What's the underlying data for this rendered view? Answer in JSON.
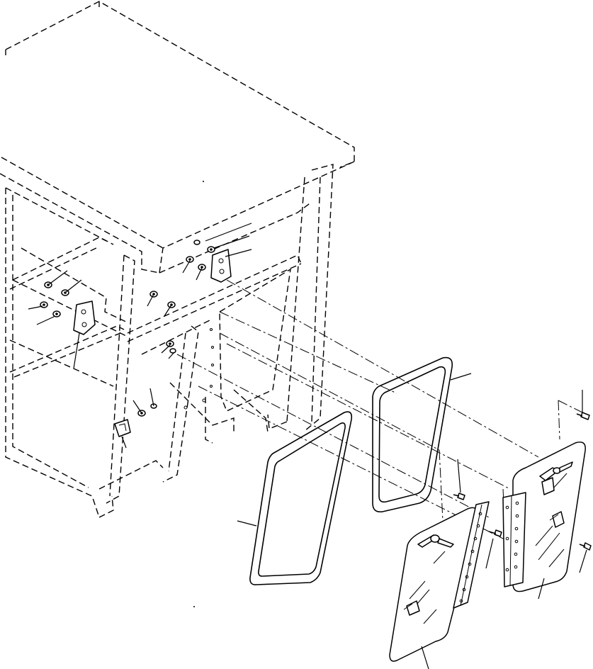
{
  "diagram": {
    "kind": "exploded-parts-view",
    "parts": [
      {
        "id": "cab-frame",
        "style": "phantom-dashed"
      },
      {
        "id": "left-hinge-bracket"
      },
      {
        "id": "upper-hinge-bracket"
      },
      {
        "id": "lower-latch-bracket"
      },
      {
        "id": "rear-window-seal"
      },
      {
        "id": "front-window-seal"
      },
      {
        "id": "lower-window-glass"
      },
      {
        "id": "upper-window-glass"
      },
      {
        "id": "lower-hinge-strip"
      },
      {
        "id": "upper-hinge-strip"
      },
      {
        "id": "screw-right-top"
      },
      {
        "id": "screw-right-bottom"
      },
      {
        "id": "screw-center"
      },
      {
        "id": "screw-center-lower"
      }
    ]
  }
}
